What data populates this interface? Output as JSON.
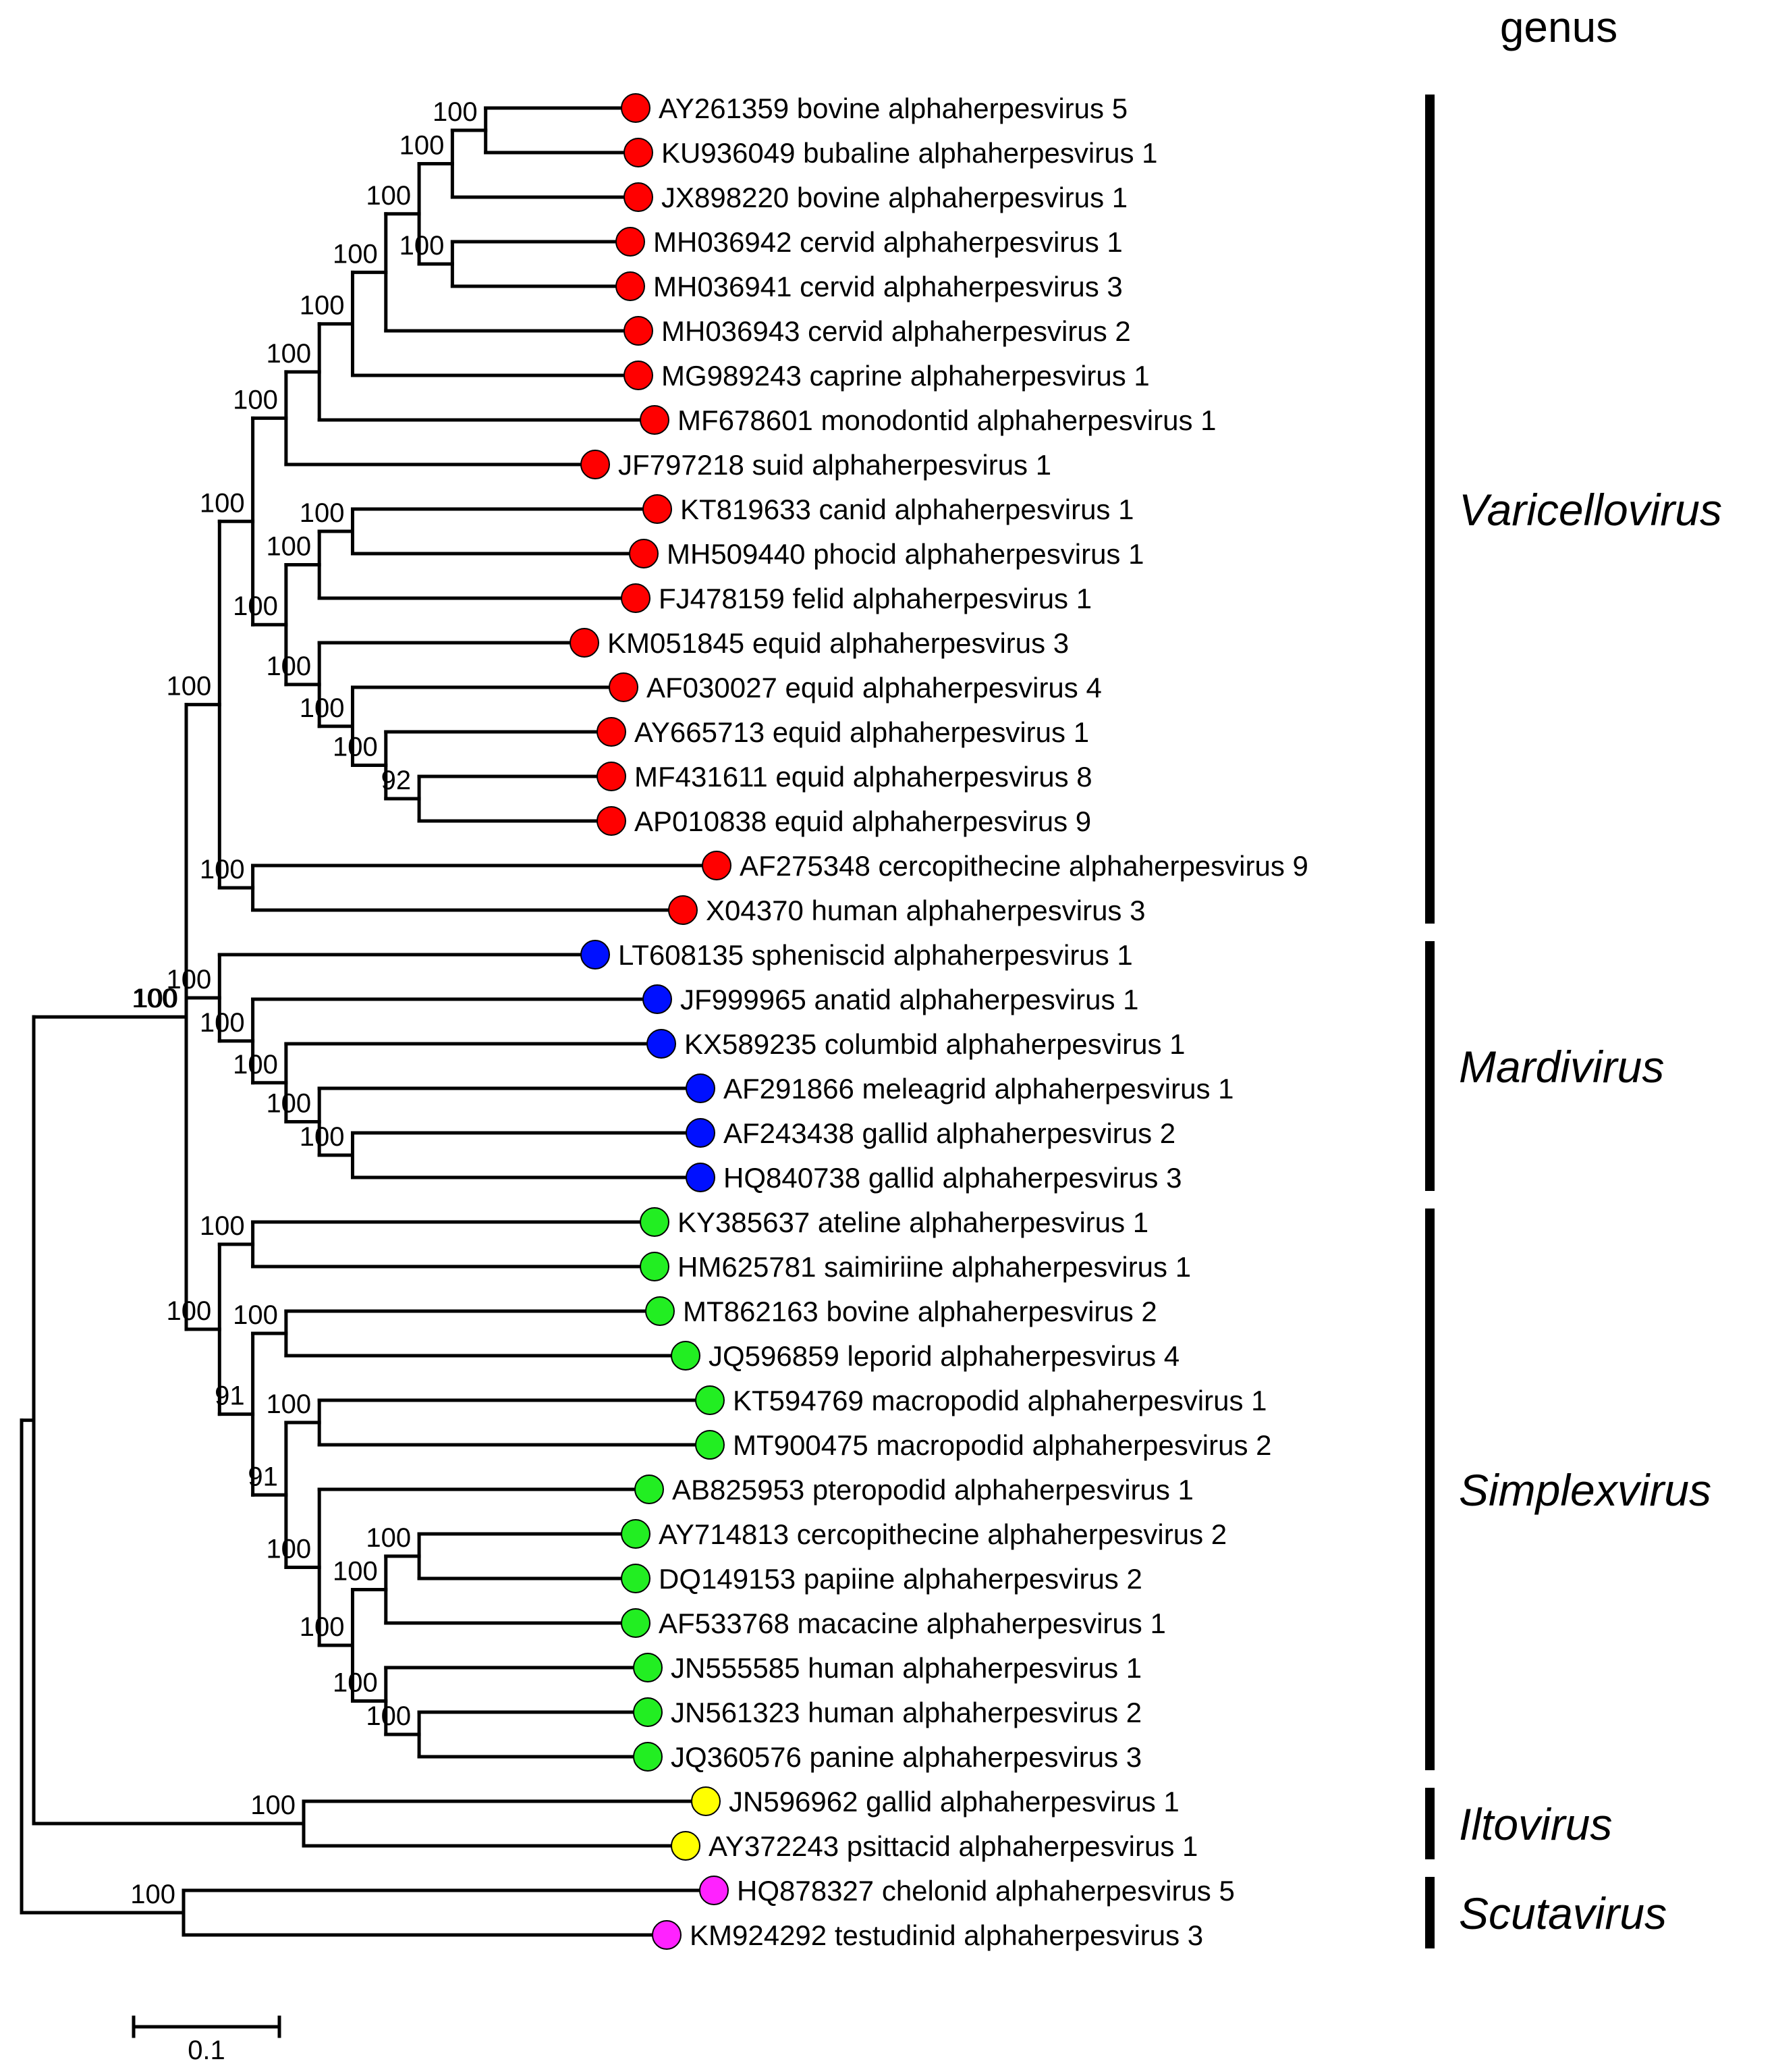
{
  "header": {
    "genus_label": "genus"
  },
  "colors": {
    "Varicellovirus": "#ff0000",
    "Mardivirus": "#0010ff",
    "Simplexvirus": "#22ee22",
    "Iltovirus": "#ffff00",
    "Scutavirus": "#ff22ff"
  },
  "leaves": [
    {
      "accession": "AY261359",
      "name": "bovine alphaherpesvirus 5",
      "genus": "Varicellovirus"
    },
    {
      "accession": "KU936049",
      "name": "bubaline alphaherpesvirus 1",
      "genus": "Varicellovirus"
    },
    {
      "accession": "JX898220",
      "name": "bovine alphaherpesvirus 1",
      "genus": "Varicellovirus"
    },
    {
      "accession": "MH036942",
      "name": "cervid alphaherpesvirus 1",
      "genus": "Varicellovirus"
    },
    {
      "accession": "MH036941",
      "name": "cervid alphaherpesvirus 3",
      "genus": "Varicellovirus"
    },
    {
      "accession": "MH036943",
      "name": "cervid alphaherpesvirus 2",
      "genus": "Varicellovirus"
    },
    {
      "accession": "MG989243",
      "name": "caprine alphaherpesvirus 1",
      "genus": "Varicellovirus"
    },
    {
      "accession": "MF678601",
      "name": "monodontid alphaherpesvirus 1",
      "genus": "Varicellovirus"
    },
    {
      "accession": "JF797218",
      "name": "suid alphaherpesvirus 1",
      "genus": "Varicellovirus"
    },
    {
      "accession": "KT819633",
      "name": "canid alphaherpesvirus 1",
      "genus": "Varicellovirus"
    },
    {
      "accession": "MH509440",
      "name": "phocid alphaherpesvirus 1",
      "genus": "Varicellovirus"
    },
    {
      "accession": "FJ478159",
      "name": "felid alphaherpesvirus 1",
      "genus": "Varicellovirus"
    },
    {
      "accession": "KM051845",
      "name": "equid alphaherpesvirus 3",
      "genus": "Varicellovirus"
    },
    {
      "accession": "AF030027",
      "name": "equid alphaherpesvirus 4",
      "genus": "Varicellovirus"
    },
    {
      "accession": "AY665713",
      "name": "equid alphaherpesvirus 1",
      "genus": "Varicellovirus"
    },
    {
      "accession": "MF431611",
      "name": "equid alphaherpesvirus 8",
      "genus": "Varicellovirus"
    },
    {
      "accession": "AP010838",
      "name": "equid alphaherpesvirus 9",
      "genus": "Varicellovirus"
    },
    {
      "accession": "AF275348",
      "name": "cercopithecine alphaherpesvirus 9",
      "genus": "Varicellovirus"
    },
    {
      "accession": "X04370",
      "name": "human alphaherpesvirus 3",
      "genus": "Varicellovirus"
    },
    {
      "accession": "LT608135",
      "name": "spheniscid alphaherpesvirus 1",
      "genus": "Mardivirus"
    },
    {
      "accession": "JF999965",
      "name": "anatid alphaherpesvirus 1",
      "genus": "Mardivirus"
    },
    {
      "accession": "KX589235",
      "name": "columbid alphaherpesvirus 1",
      "genus": "Mardivirus"
    },
    {
      "accession": "AF291866",
      "name": "meleagrid alphaherpesvirus 1",
      "genus": "Mardivirus"
    },
    {
      "accession": "AF243438",
      "name": "gallid alphaherpesvirus 2",
      "genus": "Mardivirus"
    },
    {
      "accession": "HQ840738",
      "name": "gallid alphaherpesvirus 3",
      "genus": "Mardivirus"
    },
    {
      "accession": "KY385637",
      "name": "ateline alphaherpesvirus 1",
      "genus": "Simplexvirus"
    },
    {
      "accession": "HM625781",
      "name": "saimiriine alphaherpesvirus 1",
      "genus": "Simplexvirus"
    },
    {
      "accession": "MT862163",
      "name": "bovine alphaherpesvirus 2",
      "genus": "Simplexvirus"
    },
    {
      "accession": "JQ596859",
      "name": "leporid alphaherpesvirus 4",
      "genus": "Simplexvirus"
    },
    {
      "accession": "KT594769",
      "name": "macropodid alphaherpesvirus 1",
      "genus": "Simplexvirus"
    },
    {
      "accession": "MT900475",
      "name": "macropodid alphaherpesvirus 2",
      "genus": "Simplexvirus"
    },
    {
      "accession": "AB825953",
      "name": "pteropodid alphaherpesvirus 1",
      "genus": "Simplexvirus"
    },
    {
      "accession": "AY714813",
      "name": "cercopithecine alphaherpesvirus 2",
      "genus": "Simplexvirus"
    },
    {
      "accession": "DQ149153",
      "name": "papiine alphaherpesvirus 2",
      "genus": "Simplexvirus"
    },
    {
      "accession": "AF533768",
      "name": "macacine alphaherpesvirus 1",
      "genus": "Simplexvirus"
    },
    {
      "accession": "JN555585",
      "name": "human alphaherpesvirus 1",
      "genus": "Simplexvirus"
    },
    {
      "accession": "JN561323",
      "name": "human alphaherpesvirus 2",
      "genus": "Simplexvirus"
    },
    {
      "accession": "JQ360576",
      "name": "panine alphaherpesvirus 3",
      "genus": "Simplexvirus"
    },
    {
      "accession": "JN596962",
      "name": "gallid alphaherpesvirus 1",
      "genus": "Iltovirus"
    },
    {
      "accession": "AY372243",
      "name": "psittacid alphaherpesvirus 1",
      "genus": "Iltovirus"
    },
    {
      "accession": "HQ878327",
      "name": "chelonid alphaherpesvirus 5",
      "genus": "Scutavirus"
    },
    {
      "accession": "KM924292",
      "name": "testudinid alphaherpesvirus 3",
      "genus": "Scutavirus"
    }
  ],
  "genera": [
    {
      "name": "Varicellovirus",
      "first_leaf": 0,
      "last_leaf": 18
    },
    {
      "name": "Mardivirus",
      "first_leaf": 19,
      "last_leaf": 24
    },
    {
      "name": "Simplexvirus",
      "first_leaf": 25,
      "last_leaf": 37
    },
    {
      "name": "Iltovirus",
      "first_leaf": 38,
      "last_leaf": 39
    },
    {
      "name": "Scutavirus",
      "first_leaf": 40,
      "last_leaf": 41
    }
  ],
  "scale_bar": {
    "label": "0.1",
    "length": 0.1
  },
  "tree": {
    "bootstrap": "100",
    "children": [
      {
        "bootstrap": "100",
        "children": [
          {
            "bootstrap": "100",
            "children": [
              {
                "bootstrap": "100",
                "children": [
                  {
                    "bootstrap": "100",
                    "children": [
                      {
                        "bootstrap": "100",
                        "children": [
                          {
                            "bootstrap": "100",
                            "children": [
                              {
                                "bootstrap": "100",
                                "children": [
                                  {
                                    "bootstrap": "100",
                                    "children": [
                                      {
                                        "bootstrap": "100",
                                        "children": [
                                          {
                                            "leaf": 0
                                          },
                                          {
                                            "leaf": 1
                                          }
                                        ]
                                      },
                                      {
                                        "leaf": 2
                                      }
                                    ]
                                  },
                                  {
                                    "bootstrap": "100",
                                    "children": [
                                      {
                                        "leaf": 3
                                      },
                                      {
                                        "leaf": 4
                                      }
                                    ]
                                  }
                                ]
                              },
                              {
                                "leaf": 5
                              }
                            ]
                          },
                          {
                            "leaf": 6
                          }
                        ]
                      },
                      {
                        "leaf": 7
                      }
                    ]
                  },
                  {
                    "leaf": 8
                  }
                ]
              },
              {
                "bootstrap": "100",
                "children": [
                  {
                    "bootstrap": "100",
                    "children": [
                      {
                        "bootstrap": "100",
                        "children": [
                          {
                            "leaf": 9
                          },
                          {
                            "leaf": 10
                          }
                        ]
                      },
                      {
                        "leaf": 11
                      }
                    ]
                  },
                  {
                    "bootstrap": "100",
                    "children": [
                      {
                        "leaf": 12
                      },
                      {
                        "bootstrap": "100",
                        "children": [
                          {
                            "leaf": 13
                          },
                          {
                            "bootstrap": "100",
                            "children": [
                              {
                                "leaf": 14
                              },
                              {
                                "bootstrap": "92",
                                "children": [
                                  {
                                    "leaf": 15
                                  },
                                  {
                                    "leaf": 16
                                  }
                                ]
                              }
                            ]
                          }
                        ]
                      }
                    ]
                  }
                ]
              }
            ]
          },
          {
            "bootstrap": "100",
            "children": [
              {
                "leaf": 17
              },
              {
                "leaf": 18
              }
            ]
          }
        ]
      },
      {
        "bootstrap": "100",
        "children": [
          {
            "leaf": 19
          },
          {
            "bootstrap": "100",
            "children": [
              {
                "leaf": 20
              },
              {
                "bootstrap": "100",
                "children": [
                  {
                    "leaf": 21
                  },
                  {
                    "bootstrap": "100",
                    "children": [
                      {
                        "leaf": 22
                      },
                      {
                        "bootstrap": "100",
                        "children": [
                          {
                            "leaf": 23
                          },
                          {
                            "leaf": 24
                          }
                        ]
                      }
                    ]
                  }
                ]
              }
            ]
          }
        ]
      },
      {
        "bootstrap": "100",
        "children": [
          {
            "bootstrap": "100",
            "children": [
              {
                "leaf": 25
              },
              {
                "leaf": 26
              }
            ]
          },
          {
            "bootstrap": "91",
            "children": [
              {
                "bootstrap": "100",
                "children": [
                  {
                    "leaf": 27
                  },
                  {
                    "leaf": 28
                  }
                ]
              },
              {
                "bootstrap": "91",
                "children": [
                  {
                    "bootstrap": "100",
                    "children": [
                      {
                        "leaf": 29
                      },
                      {
                        "leaf": 30
                      }
                    ]
                  },
                  {
                    "bootstrap": "100",
                    "children": [
                      {
                        "leaf": 31
                      },
                      {
                        "bootstrap": "100",
                        "children": [
                          {
                            "bootstrap": "100",
                            "children": [
                              {
                                "bootstrap": "100",
                                "children": [
                                  {
                                    "leaf": 32
                                  },
                                  {
                                    "leaf": 33
                                  }
                                ]
                              },
                              {
                                "leaf": 34
                              }
                            ]
                          },
                          {
                            "bootstrap": "100",
                            "children": [
                              {
                                "leaf": 35
                              },
                              {
                                "bootstrap": "100",
                                "children": [
                                  {
                                    "leaf": 36
                                  },
                                  {
                                    "leaf": 37
                                  }
                                ]
                              }
                            ]
                          }
                        ]
                      }
                    ]
                  }
                ]
              }
            ]
          }
        ]
      }
    ]
  },
  "outgroups": {
    "root_children": [
      {
        "bootstrap": "100",
        "children": [
          {
            "ref": "ingroup"
          },
          {
            "bootstrap": "100",
            "children": [
              {
                "leaf": 38
              },
              {
                "leaf": 39
              }
            ]
          }
        ]
      },
      {
        "bootstrap": "100",
        "children": [
          {
            "leaf": 40
          },
          {
            "leaf": 41
          }
        ]
      }
    ]
  }
}
